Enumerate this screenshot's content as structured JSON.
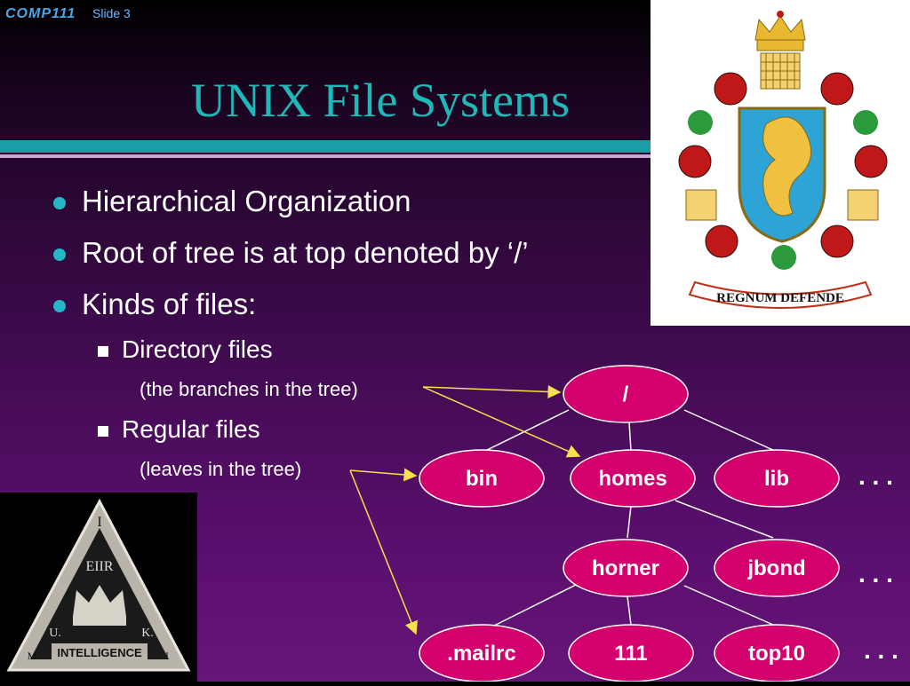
{
  "header": {
    "logo_text": "COMP111",
    "slide_label": "Slide 3"
  },
  "title": "UNIX File Systems",
  "bullets": [
    {
      "text": "Hierarchical Organization"
    },
    {
      "text": "Root of tree is at top denoted by ‘/’"
    },
    {
      "text": "Kinds of files:"
    }
  ],
  "sub_bullets": [
    {
      "text": "Directory files",
      "note": "(the branches in the tree)"
    },
    {
      "text": "Regular files",
      "note": "(leaves in the tree)"
    }
  ],
  "crest": {
    "motto": "REGNUM DEFENDE"
  },
  "emblem": {
    "top_letter": "I",
    "cipher": "EIIR",
    "left_letter": "U.",
    "right_letter": "K.",
    "bottom_left": "M",
    "bottom_right": "I",
    "banner": "INTELLIGENCE"
  },
  "tree": {
    "nodes": {
      "root": "/",
      "bin": "bin",
      "homes": "homes",
      "lib": "lib",
      "horner": "horner",
      "jbond": "jbond",
      "mailrc": ".mailrc",
      "n111": "111",
      "top10": "top10"
    },
    "ellipsis": ". . .",
    "colors": {
      "node_fill": "#d4006e",
      "node_stroke": "#ffffff",
      "edge": "#ffffff",
      "arrow": "#f5e24a"
    }
  }
}
